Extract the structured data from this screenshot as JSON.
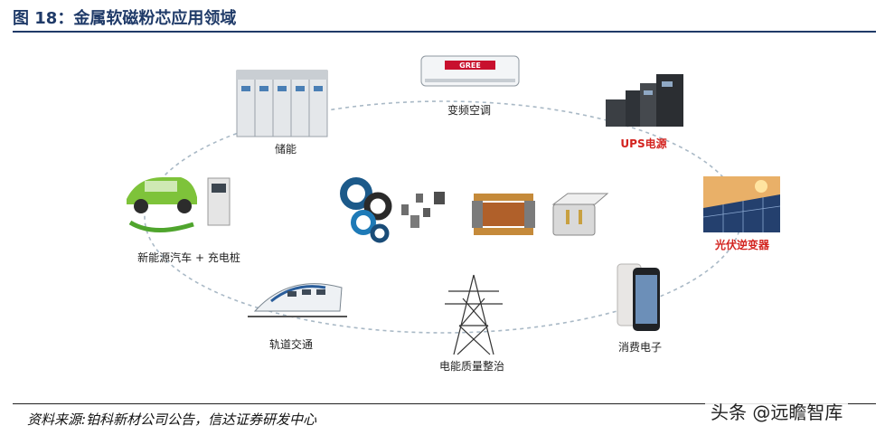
{
  "header": {
    "title": "图 18：金属软磁粉芯应用领域"
  },
  "footer": {
    "source": "资料来源:铂科新材公司公告，信达证券研发中心",
    "watermark": "头条 @远瞻智库"
  },
  "diagram": {
    "center_label": "",
    "applications": [
      {
        "id": "air-conditioner",
        "label": "变频空调",
        "highlight": true
      },
      {
        "id": "ups",
        "label": "UPS电源",
        "highlight": true
      },
      {
        "id": "pv-inverter",
        "label": "光伏逆变器",
        "highlight": true
      },
      {
        "id": "consumer-electronics",
        "label": "消费电子",
        "highlight": false
      },
      {
        "id": "power-quality",
        "label": "电能质量整治",
        "highlight": false
      },
      {
        "id": "rail-transit",
        "label": "轨道交通",
        "highlight": false
      },
      {
        "id": "ev-charging",
        "label": "新能源汽车 + 充电桩",
        "highlight": false
      },
      {
        "id": "energy-storage",
        "label": "储能",
        "highlight": false
      }
    ],
    "brand_on_ac_unit": "GREE",
    "colors": {
      "highlight_label": "#d3231f",
      "normal_label": "#222222",
      "title": "#1f3a68",
      "ring": "#a9b9c6"
    }
  }
}
